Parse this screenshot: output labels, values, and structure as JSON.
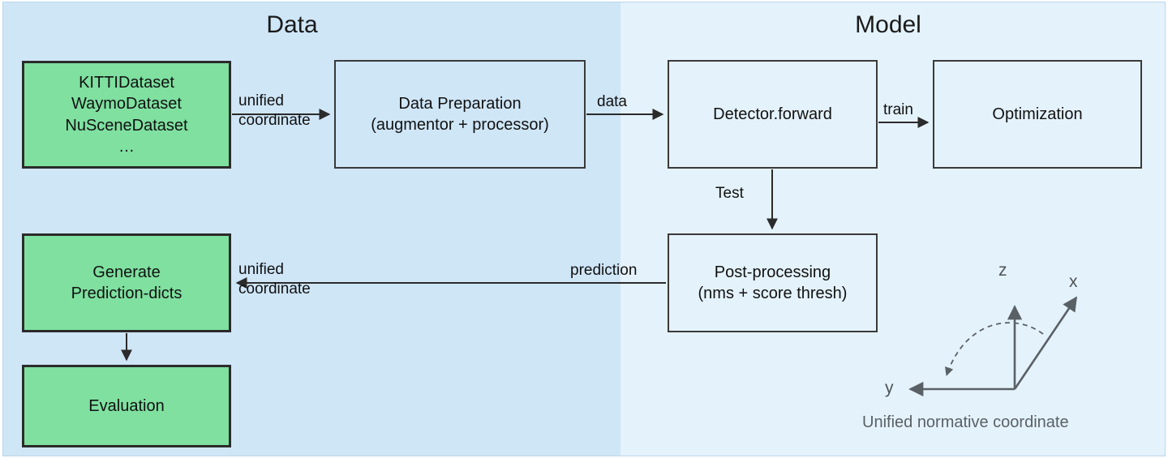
{
  "figure": {
    "type": "flow-diagram",
    "sections": [
      {
        "id": "data",
        "title": "Data",
        "color": "#cfe6f7"
      },
      {
        "id": "model",
        "title": "Model",
        "color": "#e4f2fb"
      }
    ]
  },
  "nodes": {
    "datasets": {
      "label": "KITTIDataset\nWaymoDataset\nNuSceneDataset\n…",
      "fill": "#7fe0a0"
    },
    "data_prep": {
      "label": "Data Preparation\n(augmentor + processor)",
      "fill": "#cfe6f7"
    },
    "detector": {
      "label": "Detector.forward",
      "fill": "#e4f2fb"
    },
    "optimization": {
      "label": "Optimization",
      "fill": "#e4f2fb"
    },
    "postproc": {
      "label": "Post-processing\n(nms + score thresh)",
      "fill": "#e4f2fb"
    },
    "generate": {
      "label": "Generate\nPrediction-dicts",
      "fill": "#7fe0a0"
    },
    "evaluation": {
      "label": "Evaluation",
      "fill": "#7fe0a0"
    }
  },
  "edges": {
    "datasets_to_prep": {
      "label": "unified\ncoordinate"
    },
    "prep_to_detector": {
      "label": "data"
    },
    "detector_to_optim": {
      "label": "train"
    },
    "detector_to_post": {
      "label": "Test"
    },
    "post_to_generate": {
      "label": "prediction"
    },
    "post_to_generate_2": {
      "label": "unified\ncoordinate"
    },
    "generate_to_eval": {
      "label": ""
    }
  },
  "coordinate_widget": {
    "caption": "Unified normative coordinate",
    "axes": [
      {
        "name": "z",
        "label": "z"
      },
      {
        "name": "x",
        "label": "x"
      },
      {
        "name": "y",
        "label": "y"
      }
    ],
    "stroke": "#5a6166"
  }
}
